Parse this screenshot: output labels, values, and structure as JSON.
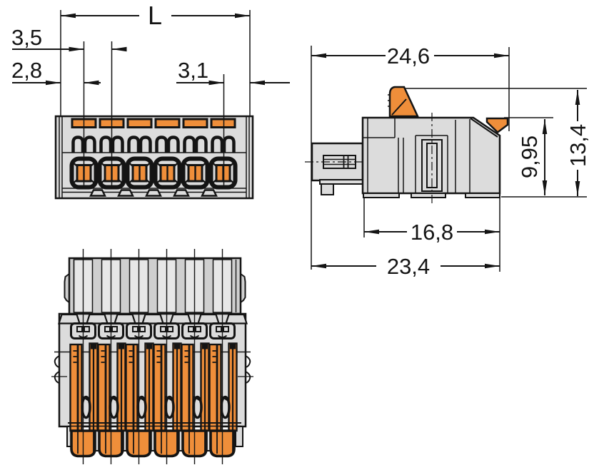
{
  "drawing": {
    "title": "Dimension drawing - 6-pole push-wire female connector",
    "type": "technical-dimension-drawing",
    "pole_count": 6,
    "views": {
      "front": "front view (wire entry face)",
      "side": "side view",
      "bottom": "sectional bottom view"
    }
  },
  "dims": {
    "overall_length": "L",
    "pole_pitch": "3,5",
    "left_offset": "2,8",
    "right_offset": "3,1",
    "top_width": "24,6",
    "housing_height": "9,95",
    "total_height": "13,4",
    "housing_depth": "16,8",
    "total_depth": "23,4"
  },
  "colors": {
    "line": "#141414",
    "body_gray": "#dcdcdc",
    "panel_gray": "#cfcfcf",
    "slot_gray": "#e7e7e7",
    "accent_orange": "#ef8e3a",
    "background": "#ffffff"
  }
}
